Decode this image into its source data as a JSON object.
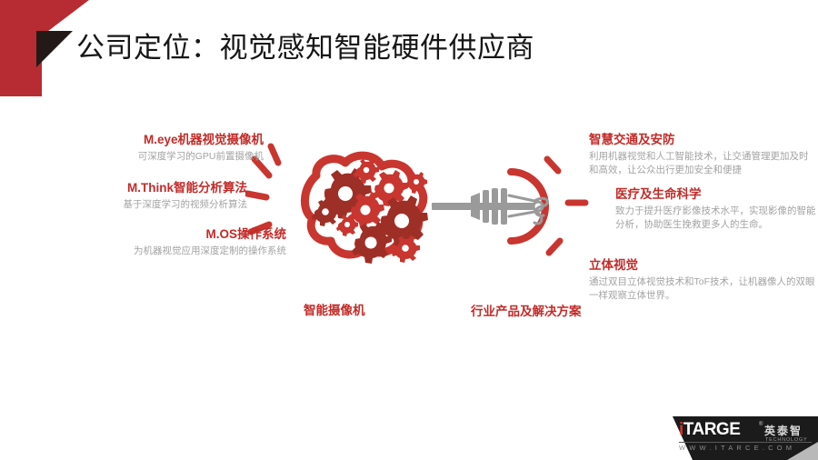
{
  "header": {
    "title": "公司定位：视觉感知智能硬件供应商"
  },
  "colors": {
    "accent_red": "#c32b28",
    "corner_red": "#b72b33",
    "dark": "#231917",
    "subtitle_grey": "#a3a3a3",
    "illustration_grey": "#9a9a9a"
  },
  "left_blocks": [
    {
      "heading": "M.eye机器视觉摄像机",
      "sub": "可深度学习的GPU前置摄像机"
    },
    {
      "heading": "M.Think智能分析算法",
      "sub": "基于深度学习的视频分析算法"
    },
    {
      "heading": "M.OS操作系统",
      "sub": "为机器视觉应用深度定制的操作系统"
    }
  ],
  "right_blocks": [
    {
      "heading": "智慧交通及安防",
      "sub": "利用机器视觉和人工智能技术，让交通管理更加及时和高效，让公众出行更加安全和便捷"
    },
    {
      "heading": "医疗及生命科学",
      "sub": "致力于提升医疗影像技术水平，实现影像的智能分析，协助医生挽救更多人的生命。"
    },
    {
      "heading": "立体视觉",
      "sub": "通过双目立体视觉技术和ToF技术，让机器像人的双眼一样观察立体世界。"
    }
  ],
  "captions": {
    "left": "智能摄像机",
    "right": "行业产品及解决方案"
  },
  "footer": {
    "logo_text": "iTARGE",
    "logo_registered": "®",
    "logo_cn": "英泰智",
    "logo_tech": "TECHNOLOGY",
    "logo_url": "WWW.ITARCE.COM"
  },
  "icons": {
    "brain": "brain-gears-icon",
    "bulb": "lightbulb-icon",
    "connector": "connector-bar-icon",
    "corner": "corner-chevron-icon",
    "title_marker": "title-triangle-icon"
  }
}
